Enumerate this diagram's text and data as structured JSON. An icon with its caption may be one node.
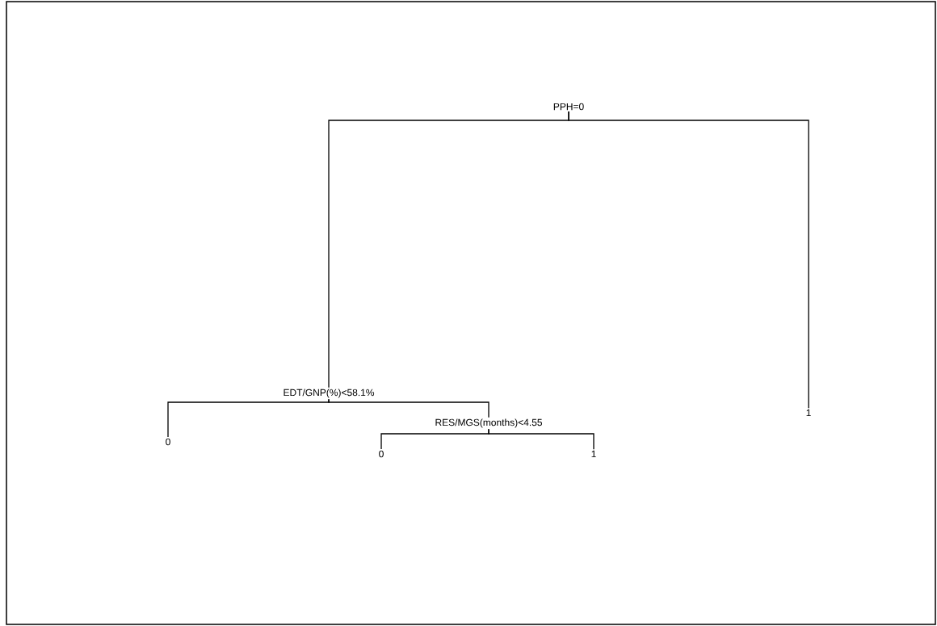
{
  "diagram": {
    "nodes": [
      {
        "text": [
          "PPH=0"
        ]
      },
      {
        "text": [
          "EDT/GNP(%)<58.1%"
        ]
      },
      {
        "text": [
          "0"
        ]
      },
      {
        "text": [
          "RES/MGS(months)<4.55"
        ]
      },
      {
        "text": [
          "0"
        ]
      },
      {
        "text": [
          "1"
        ]
      },
      {
        "text": [
          "1"
        ]
      }
    ],
    "edges": [
      {
        "from": 0,
        "to": 1,
        "arrow": "none"
      },
      {
        "from": 0,
        "to": 6,
        "arrow": "none"
      },
      {
        "from": 1,
        "to": 2,
        "arrow": "none"
      },
      {
        "from": 1,
        "to": 3,
        "arrow": "none"
      },
      {
        "from": 3,
        "to": 4,
        "arrow": "none"
      },
      {
        "from": 3,
        "to": 5,
        "arrow": "none"
      }
    ]
  }
}
